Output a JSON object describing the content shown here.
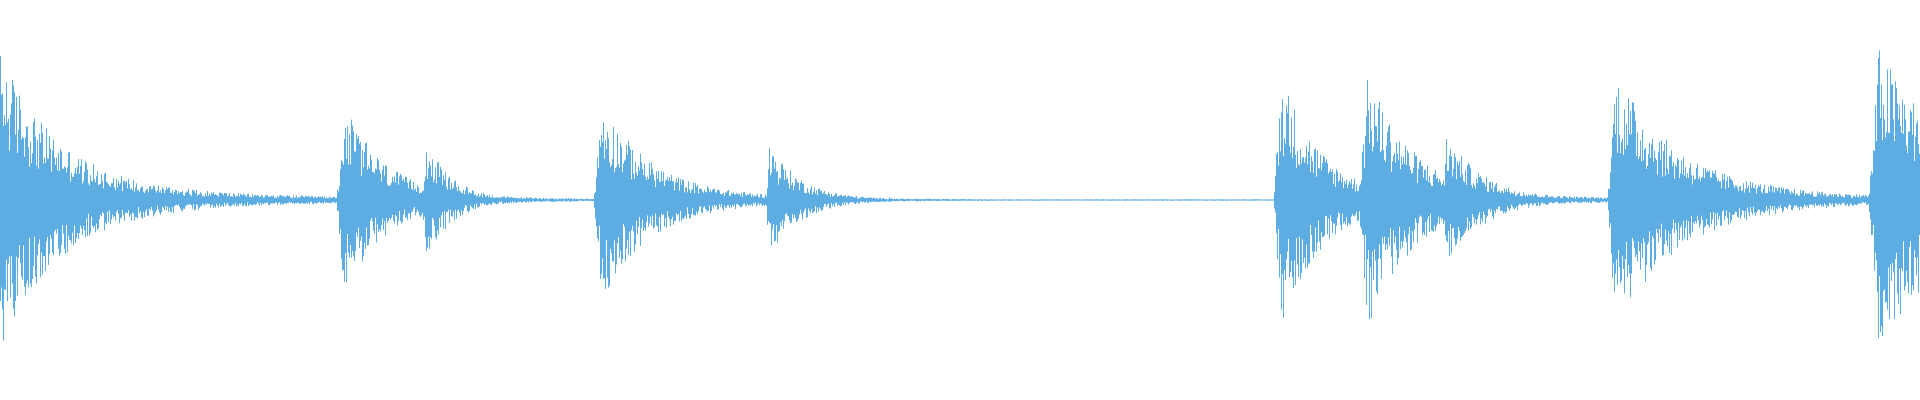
{
  "waveform": {
    "color": "#5dade2",
    "baseline_amplitude": 0.005,
    "duration_fraction_end": 1.0,
    "transients": [
      {
        "position": 0.0,
        "peak": 0.85,
        "lead": 0.008,
        "decay": 0.03,
        "ring": 0.1
      },
      {
        "position": 0.045,
        "peak": 0.22,
        "lead": 0.001,
        "decay": 0.014,
        "ring": 0.03
      },
      {
        "position": 0.179,
        "peak": 0.57,
        "lead": 0.004,
        "decay": 0.021,
        "ring": 0.06
      },
      {
        "position": 0.222,
        "peak": 0.36,
        "lead": 0.003,
        "decay": 0.013,
        "ring": 0.04
      },
      {
        "position": 0.313,
        "peak": 0.59,
        "lead": 0.004,
        "decay": 0.025,
        "ring": 0.07
      },
      {
        "position": 0.4,
        "peak": 0.36,
        "lead": 0.001,
        "decay": 0.016,
        "ring": 0.03
      },
      {
        "position": 0.463,
        "peak": 0.02,
        "lead": 0.001,
        "decay": 0.004,
        "ring": 0.01
      },
      {
        "position": 0.667,
        "peak": 0.77,
        "lead": 0.004,
        "decay": 0.02,
        "ring": 0.06
      },
      {
        "position": 0.712,
        "peak": 0.76,
        "lead": 0.005,
        "decay": 0.023,
        "ring": 0.07
      },
      {
        "position": 0.753,
        "peak": 0.4,
        "lead": 0.001,
        "decay": 0.019,
        "ring": 0.04
      },
      {
        "position": 0.841,
        "peak": 0.76,
        "lead": 0.004,
        "decay": 0.032,
        "ring": 0.08
      },
      {
        "position": 0.978,
        "peak": 0.86,
        "lead": 0.005,
        "decay": 0.04,
        "ring": 0.12
      }
    ]
  }
}
